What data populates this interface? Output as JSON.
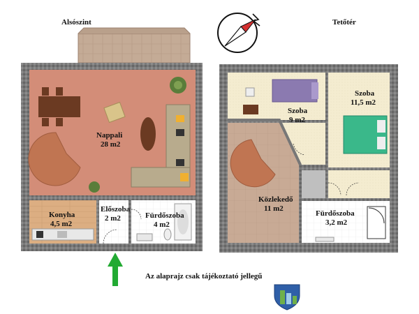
{
  "labels": {
    "ground_floor": "Alsószint",
    "attic": "Tetőtér",
    "disclaimer": "Az alaprajz csak tájékoztató jellegű"
  },
  "rooms": {
    "nappali": {
      "name": "Nappali",
      "area": "28 m2"
    },
    "konyha": {
      "name": "Konyha",
      "area": "4,5 m2"
    },
    "eloszoba": {
      "name": "Előszoba",
      "area": "2 m2"
    },
    "furdoszoba_lower": {
      "name": "Fürdőszoba",
      "area": "4 m2"
    },
    "szoba_small": {
      "name": "Szoba",
      "area": "9 m2"
    },
    "szoba_large": {
      "name": "Szoba",
      "area": "11,5 m2"
    },
    "kozlekedo": {
      "name": "Közlekedő",
      "area": "11 m2"
    },
    "furdoszoba_upper": {
      "name": "Fürdőszoba",
      "area": "3,2 m2"
    }
  },
  "icons": {
    "compass": "compass-icon",
    "entrance": "entrance-arrow-icon",
    "logo": "shield-logo-icon"
  },
  "colors": {
    "wall": "#6e6e6e",
    "living_floor": "#d38d78",
    "wood_floor": "#dcae82",
    "corridor_floor": "#c8aa95",
    "bedroom_floor": "#f4ecd0",
    "tile_floor": "#ffffff",
    "terrace": "#c9b09a",
    "entrance_arrow": "#22aa33"
  }
}
